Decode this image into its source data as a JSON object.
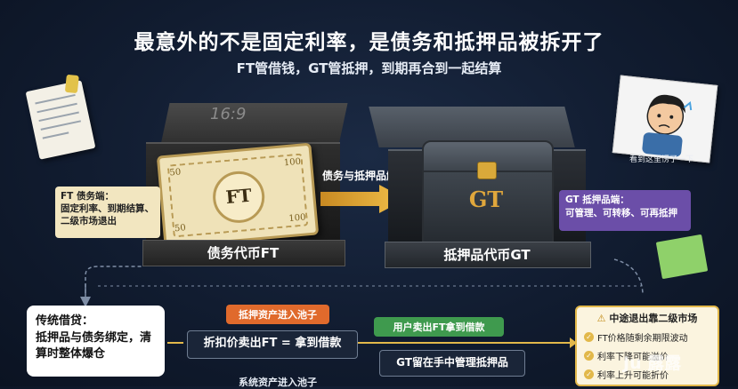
{
  "header": {
    "title": "最意外的不是固定利率，是债务和抵押品被拆开了",
    "subtitle": "FT管借钱，GT管抵押，到期再合到一起结算"
  },
  "left_box": {
    "lid_mark": "16:9",
    "token_text": "FT",
    "token_numbers": [
      "50",
      "100",
      "50",
      "100"
    ],
    "label": "债务代币FT"
  },
  "right_box": {
    "token_text": "GT",
    "label": "抵押品代币GT"
  },
  "center_arrow": {
    "label": "债务与抵押品解耦"
  },
  "ft_note": {
    "title": "FT 债务端：",
    "body": "固定利率、到期结算、二级市场退出"
  },
  "gt_note": {
    "title": "GT 抵押品端：",
    "body": "可管理、可转移、可再抵押"
  },
  "memo_right": {
    "caption": "看到这里愣了一下"
  },
  "traditional": {
    "title": "传统借贷：",
    "body": "抵押品与债务绑定，清算时整体爆仓"
  },
  "flow": {
    "pill_collateral": "抵押资产进入池子",
    "step_sell": "折扣价卖出FT = 拿到借款",
    "pill_user": "用户卖出FT拿到借款",
    "step_manage": "GT留在手中管理抵押品",
    "step_cut": "系统资产进入池子"
  },
  "exit_card": {
    "title": "中途退出靠二级市场",
    "items": [
      "FT价格随剩余期限波动",
      "利率下降可能溢价",
      "利率上升可能折价"
    ]
  },
  "watermark": "Ju 露露",
  "colors": {
    "accent_orange": "#e06a2c",
    "accent_green": "#3f9a4e",
    "accent_purple": "#6b4ea8",
    "gold": "#e2b84a",
    "background": "#111c30"
  }
}
